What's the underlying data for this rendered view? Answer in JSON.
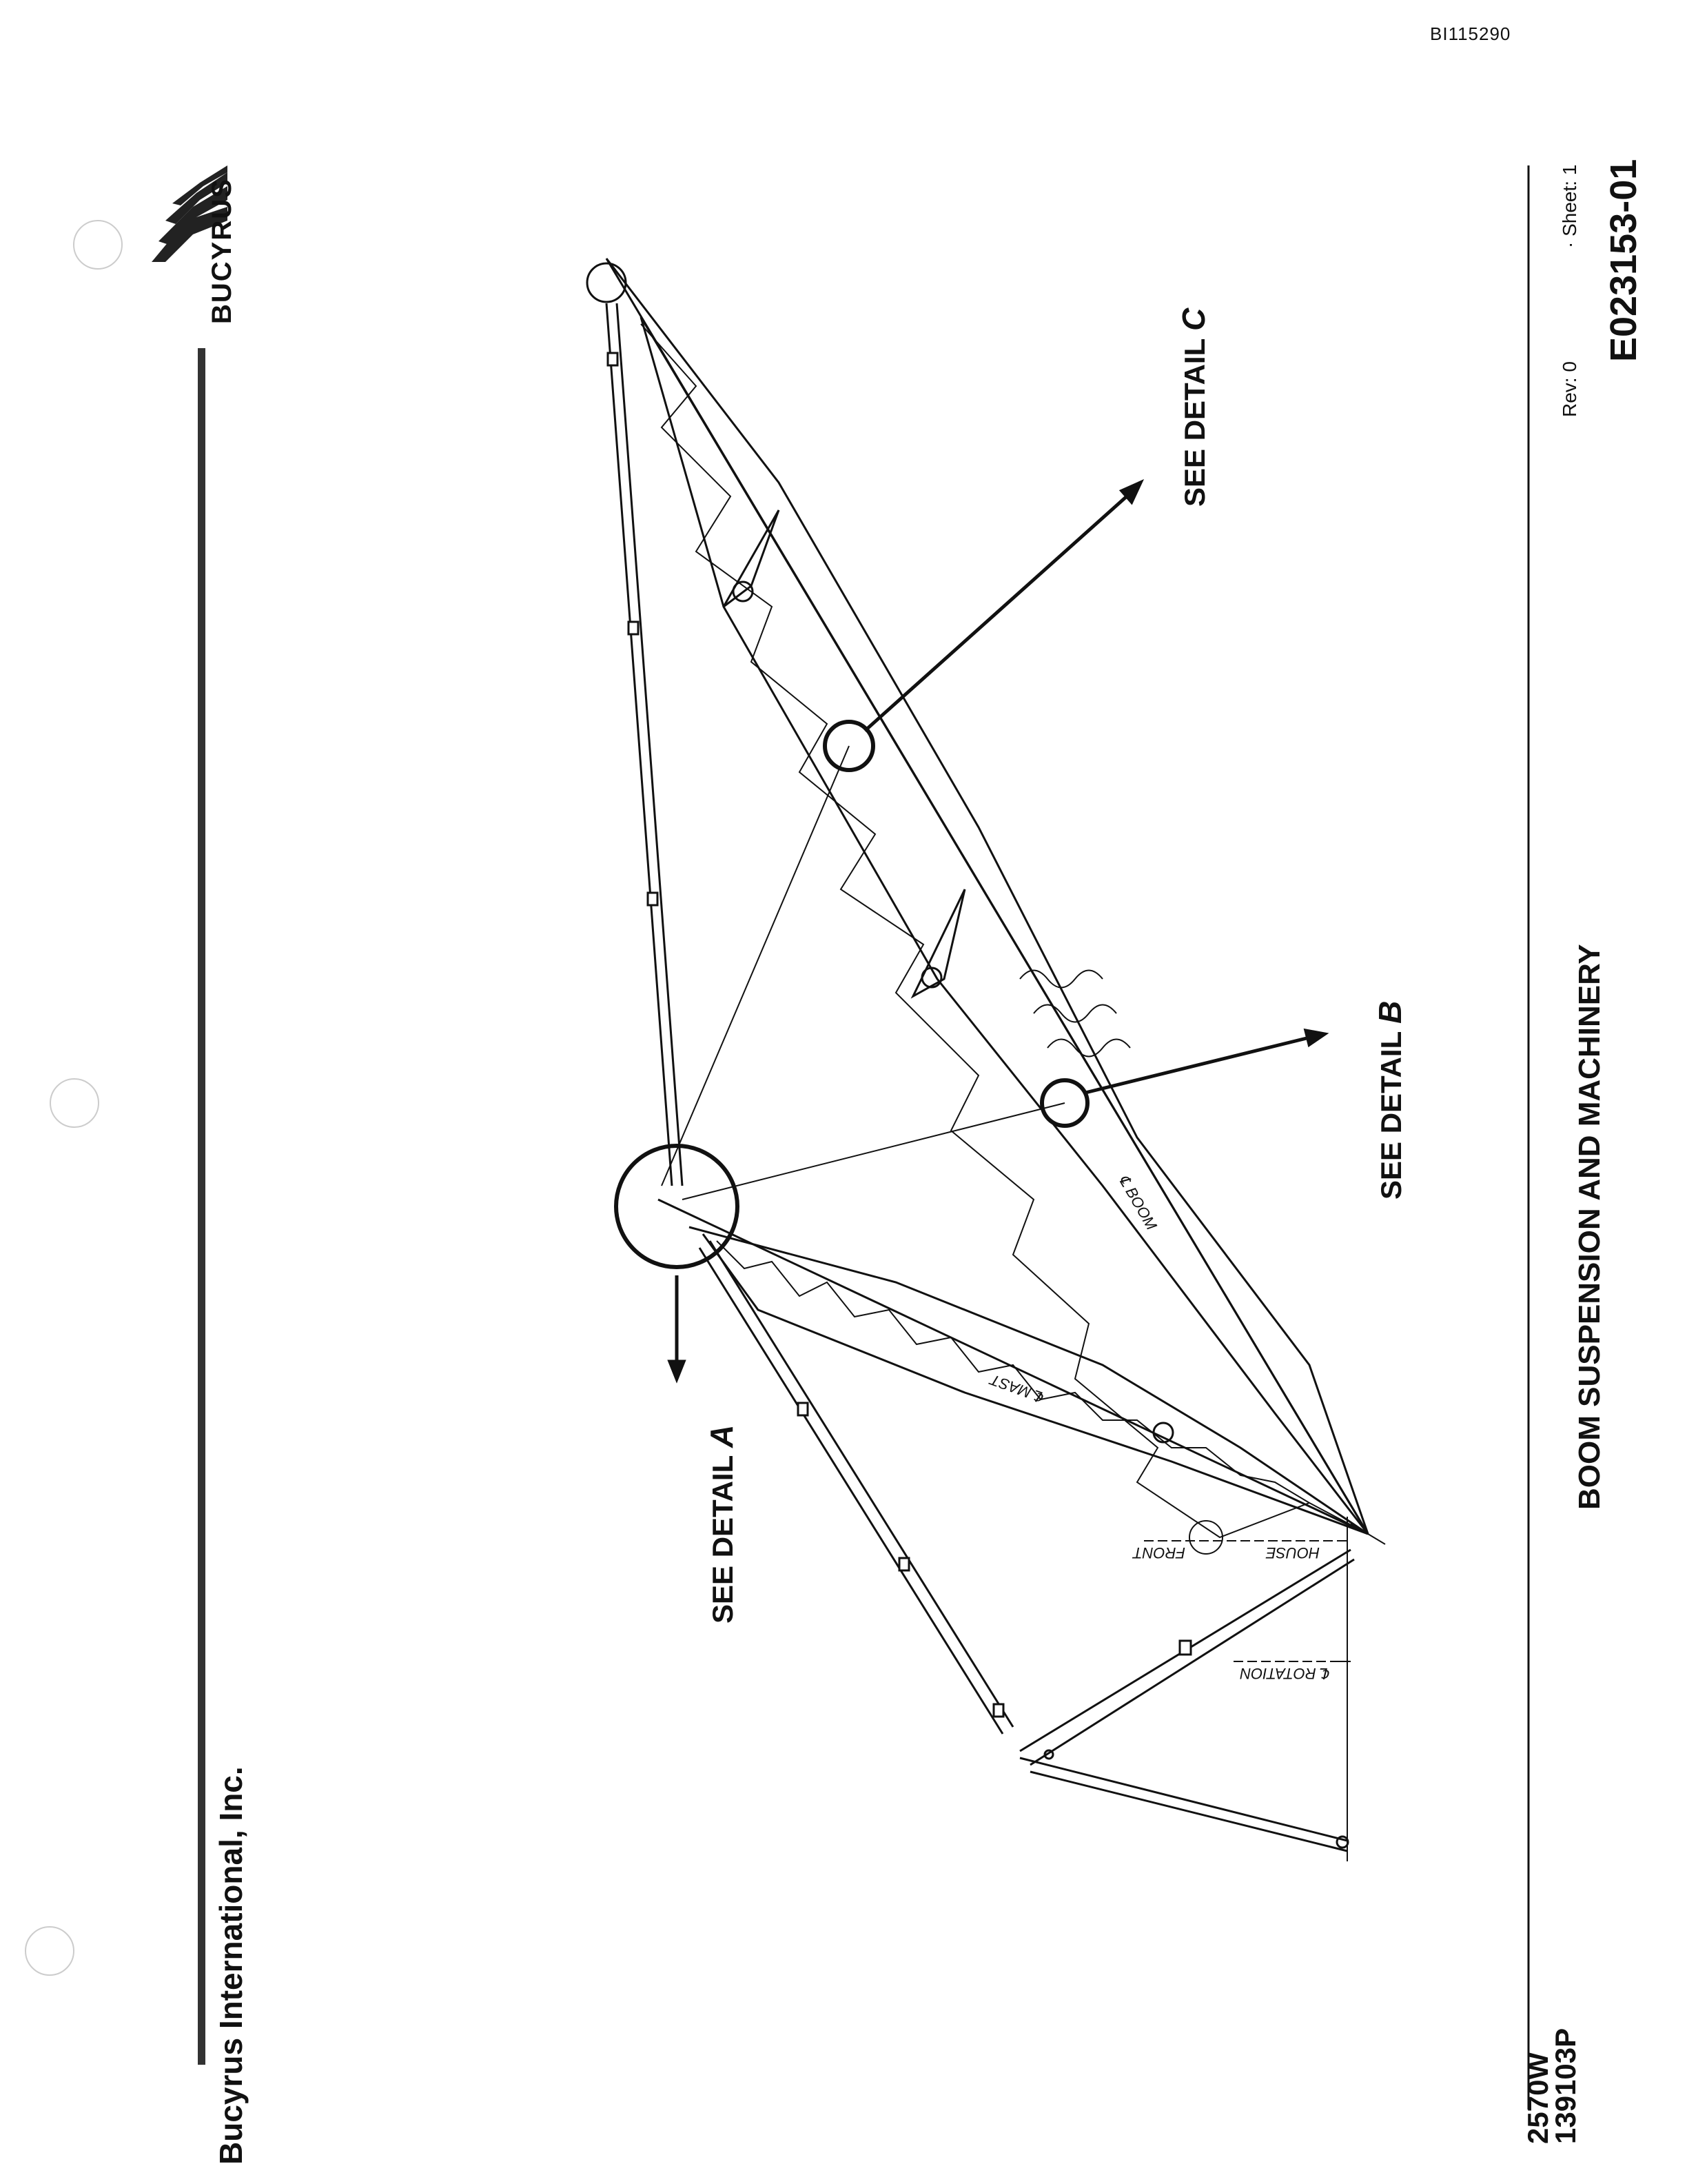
{
  "header": {
    "doc_id": "BI115290"
  },
  "sidebar": {
    "company": "Bucyrus International, Inc.",
    "logo_text": "BUCYRUS"
  },
  "footer": {
    "model": "2570W",
    "part_no": "139103P",
    "title": "BOOM SUSPENSION AND MACHINERY",
    "rev": "Rev:  0",
    "sheet": "·  Sheet: 1",
    "drawing_no": "E023153-01"
  },
  "callouts": {
    "see": "SEE DETAIL",
    "a": "A",
    "b": "B",
    "c": "C"
  },
  "labels": {
    "boom": "℄ BOOM",
    "mast": "℄ MAST",
    "house_front": "HOUSE",
    "front": "FRONT",
    "rotation": "℄ ROTATION"
  },
  "colors": {
    "ink": "#111111",
    "accent_bar": "#333333"
  }
}
